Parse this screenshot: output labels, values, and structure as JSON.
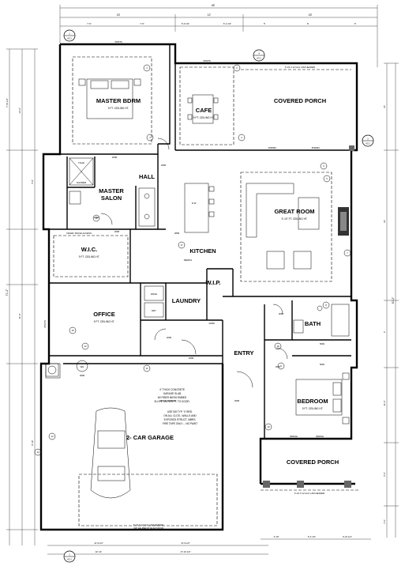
{
  "rooms": {
    "master_bdrm": {
      "name": "MASTER BDRM",
      "ceiling": "9 FT. CEILING HT."
    },
    "cafe": {
      "name": "CAFE",
      "ceiling": "9 FT. CEILING HT."
    },
    "covered_porch_top": {
      "name": "COVERED PORCH"
    },
    "hall": {
      "name": "HALL"
    },
    "master_salon": {
      "name_line1": "MASTER",
      "name_line2": "SALON"
    },
    "great_room": {
      "name": "GREAT ROOM",
      "ceiling": "9'-10\" FT. CEILING HT."
    },
    "kitchen": {
      "name": "KITCHEN"
    },
    "wic": {
      "name": "W.I.C.",
      "ceiling": "9 FT. CEILING HT."
    },
    "wip": {
      "name": "W.I.P."
    },
    "office": {
      "name": "OFFICE",
      "ceiling": "9 FT. CEILING HT."
    },
    "laundry": {
      "name": "LAUNDRY"
    },
    "bath": {
      "name": "BATH"
    },
    "entry": {
      "name": "ENTRY"
    },
    "bedroom": {
      "name": "BEDROOM",
      "ceiling": "9 FT. CEILING HT."
    },
    "garage": {
      "name": "2- CAR GARAGE"
    },
    "covered_porch_bottom": {
      "name": "COVERED PORCH"
    }
  },
  "labels": {
    "tiled": "TILED",
    "shower": "SHOWER",
    "dw": "D.W.",
    "refrig": "REFRIG",
    "wash": "WASH",
    "dry": "DRY",
    "crawl": "CRAWL SPACE ACCESS",
    "attic": "ATTIC ACCESS",
    "wh": "WH",
    "header_top": "5 1/4 X 12 GLU LAM HEADER",
    "header_porch": "5 1/4 X 12 GLU LAM HEADER",
    "header_garage": "5 1/4 X 12 GLU LAM HEADER",
    "header_garage_2": "3/4\" HH PER FT ELEV DOOR",
    "garage_note_1": "4\" THICK CONCRETE",
    "garage_note_2": "GARAGE SLAB",
    "garage_note_3": "W/ FIBER MESH EMBED",
    "garage_note_4": "SLOPE 1/8 PER FT. TO DOOR.",
    "garage_note_5": "USE 5/8 TYP. 'X' BRD.",
    "garage_note_6": "ON ALL CLGS., WALLS AND",
    "garage_note_7": "EXPOSED STRUCT. MBRS.",
    "garage_note_8": "FIRE TAPE ONLY.... NO PAINT"
  },
  "dims": {
    "overall": "45'",
    "top_1": "15'",
    "top_2": "12'",
    "top_3": "18'",
    "sub_1": "7'-6\"",
    "sub_2": "7'-6\"",
    "sub_3": "5'-9 1/2\"",
    "sub_4": "6'-2 1/2\"",
    "sub_5": "5'",
    "sub_6": "8'",
    "sub_7": "5'",
    "win_1": "7050TS",
    "win_2": "7050TS",
    "win_3": "5060MU",
    "win_4": "5060MU",
    "door_1": "2668",
    "door_2": "2668",
    "door_3": "2668",
    "door_4": "2668",
    "door_5": "2868",
    "door_6": "3068",
    "door_7": "3068",
    "door_8": "3068",
    "door_9": "2068",
    "door_10": "2068",
    "door_11": "11068",
    "door_12": "2068",
    "win_5": "3060SH",
    "win_6": "3060SH",
    "win_7": "7050TS",
    "win_8": "5060",
    "win_9": "5060",
    "bot_1": "11'-9 1/2\"",
    "bot_2": "11'-9 1/2\"",
    "bot_3": "4'-10\"",
    "bot_4": "5'-4 1/2\"",
    "bot_5": "6'-10 1/2\"",
    "bot_6": "22'-11\"",
    "bot_7": "17'-10 1/2\"",
    "left_1": "7'-10 1/2\"",
    "left_2": "14'-4\"",
    "left_3": "5'-9\"",
    "left_4": "71'-2\"",
    "left_5": "11'-0\"",
    "left_6": "8'-10\"",
    "right_1": "15'",
    "right_2": "23'",
    "right_3": "2'",
    "right_4": "11'-4\"",
    "right_5": "5'-6\"",
    "right_6": "7'-6\"",
    "right_7": "50'-2\""
  },
  "markers": {
    "m1": "1",
    "m2": "2",
    "m3": "3",
    "m4": "4",
    "m5": "5",
    "m6": "6",
    "m7": "7",
    "m8": "8",
    "m9": "9",
    "m10": "10",
    "m11": "11",
    "m12": "12",
    "m13": "13",
    "m14": "14",
    "m15": "15",
    "m16": "16",
    "m17": "17",
    "m18": "18",
    "sec_top": "1",
    "sec_top_ref": "A3.1",
    "sec_bot": "1",
    "sec_bot_ref": "A3.1",
    "sec_mid": "4",
    "sec_mid_ref": "A3.1",
    "sec_right": "2",
    "sec_right_ref": "A3.1"
  }
}
